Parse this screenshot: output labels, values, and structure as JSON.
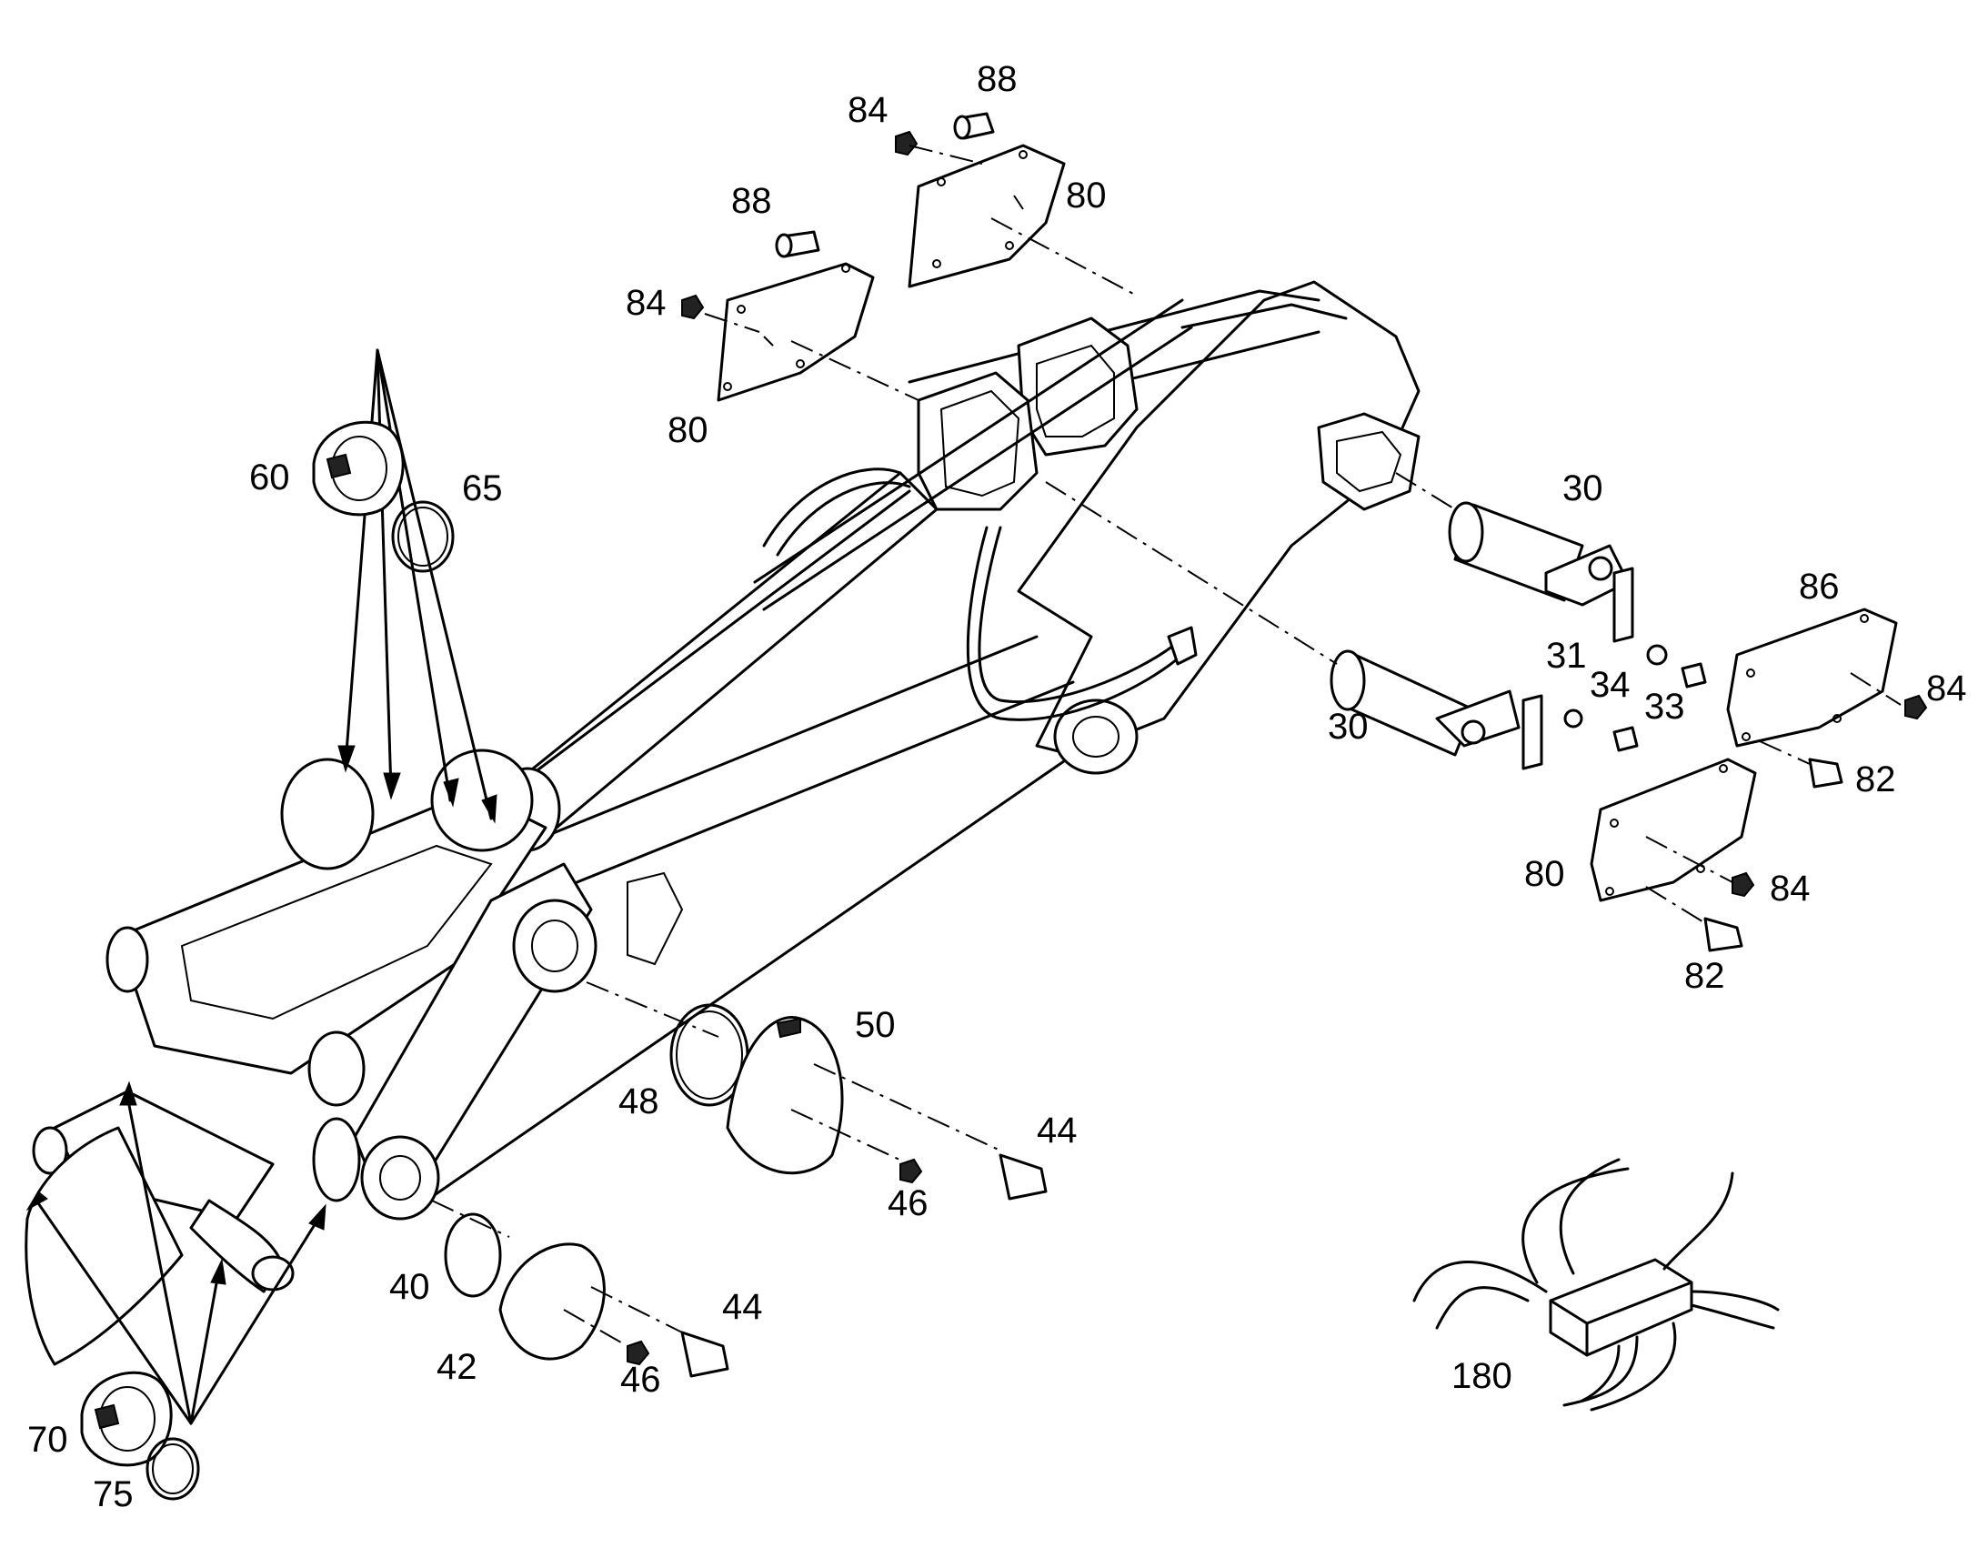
{
  "callouts": [
    {
      "id": "c88a",
      "label": "88"
    },
    {
      "id": "c84a",
      "label": "84"
    },
    {
      "id": "c80a",
      "label": "80"
    },
    {
      "id": "c88b",
      "label": "88"
    },
    {
      "id": "c84b",
      "label": "84"
    },
    {
      "id": "c80b",
      "label": "80"
    },
    {
      "id": "c60",
      "label": "60"
    },
    {
      "id": "c65",
      "label": "65"
    },
    {
      "id": "c30a",
      "label": "30"
    },
    {
      "id": "c86",
      "label": "86"
    },
    {
      "id": "c31",
      "label": "31"
    },
    {
      "id": "c34",
      "label": "34"
    },
    {
      "id": "c33",
      "label": "33"
    },
    {
      "id": "c84c",
      "label": "84"
    },
    {
      "id": "c30b",
      "label": "30"
    },
    {
      "id": "c82a",
      "label": "82"
    },
    {
      "id": "c80c",
      "label": "80"
    },
    {
      "id": "c84d",
      "label": "84"
    },
    {
      "id": "c82b",
      "label": "82"
    },
    {
      "id": "c50",
      "label": "50"
    },
    {
      "id": "c48",
      "label": "48"
    },
    {
      "id": "c44a",
      "label": "44"
    },
    {
      "id": "c46a",
      "label": "46"
    },
    {
      "id": "c40",
      "label": "40"
    },
    {
      "id": "c44b",
      "label": "44"
    },
    {
      "id": "c42",
      "label": "42"
    },
    {
      "id": "c46b",
      "label": "46"
    },
    {
      "id": "c180",
      "label": "180"
    },
    {
      "id": "c70",
      "label": "70"
    },
    {
      "id": "c75",
      "label": "75"
    }
  ]
}
